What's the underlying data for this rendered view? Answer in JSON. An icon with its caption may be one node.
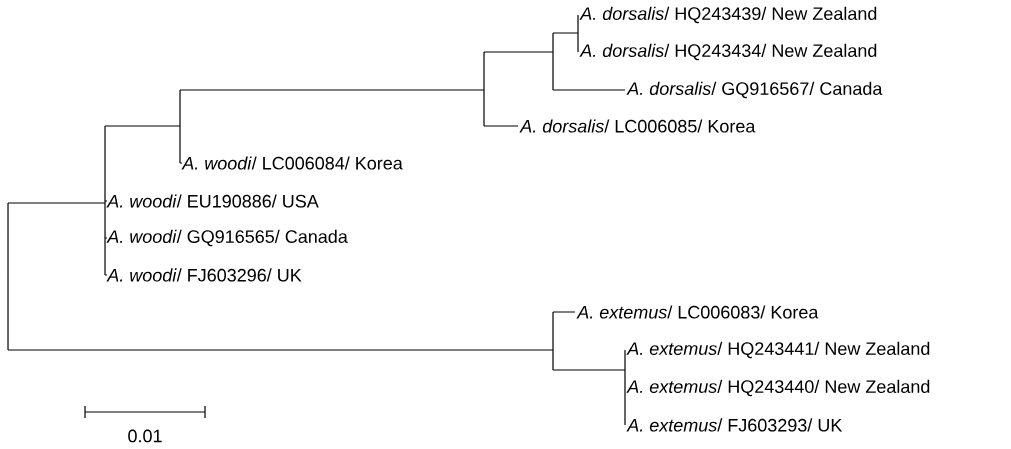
{
  "diagram": {
    "labels": [
      "*A. dorsalis*/ HQ243439/ New Zealand",
      "*A. dorsalis*/ HQ243434/ New Zealand",
      "*A. dorsalis*/ GQ916567/ Canada",
      "*A. dorsalis*/ LC006085/ Korea",
      "*A. woodi*/ LC006084/ Korea",
      "*A. woodi*/ EU190886/ USA",
      "*A. woodi*/ GQ916565/ Canada",
      "*A. woodi*/ FJ603296/ UK",
      "*A. extemus*/ LC006083/ Korea",
      "*A. extemus*/ HQ243441/ New Zealand",
      "*A. extemus*/ HQ243440/ New Zealand",
      "*A. extemus*/ FJ603293/ UK",
      "0.01"
    ]
  }
}
